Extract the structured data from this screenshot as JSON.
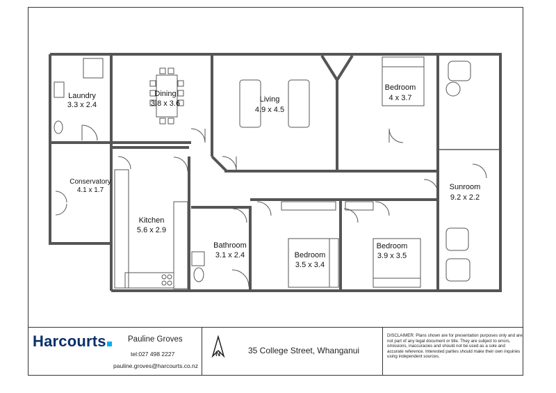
{
  "rooms": [
    {
      "name": "Laundry",
      "size": "3.3 x 2.4"
    },
    {
      "name": "Dining",
      "size": "3.8 x 3.6"
    },
    {
      "name": "Living",
      "size": "4.9 x 4.5"
    },
    {
      "name": "Bedroom",
      "size": "4 x 3.7"
    },
    {
      "name": "Conservatory",
      "size": "4.1 x 1.7"
    },
    {
      "name": "Kitchen",
      "size": "5.6 x 2.9"
    },
    {
      "name": "Bathroom",
      "size": "3.1 x 2.4"
    },
    {
      "name": "Bedroom",
      "size": "3.5 x 3.4"
    },
    {
      "name": "Bedroom",
      "size": "3.9 x 3.5"
    },
    {
      "name": "Sunroom",
      "size": "9.2 x 2.2"
    }
  ],
  "footer": {
    "brand": "Harcourts",
    "agent_name": "Pauline Groves",
    "tel": "tel:027 498 2227",
    "email": "pauline.groves@harcourts.co.nz",
    "address": "35 College Street, Whanganui",
    "disclaimer_title": "DISCLAIMER:",
    "disclaimer_text": "Plans shown are for presentation purposes only and are not part of any legal document or title. They are subject to errors, omissions, inaccuracies and should not be used as a sole and accurate reference. Interested parties should make their own inquiries using independent sources."
  },
  "icons": {
    "compass": "north-arrow-icon",
    "brand_mark": "brand-dot-icon"
  },
  "colors": {
    "brand": "#0b2f6b",
    "brand_accent": "#00aeef",
    "wall": "#555555"
  }
}
